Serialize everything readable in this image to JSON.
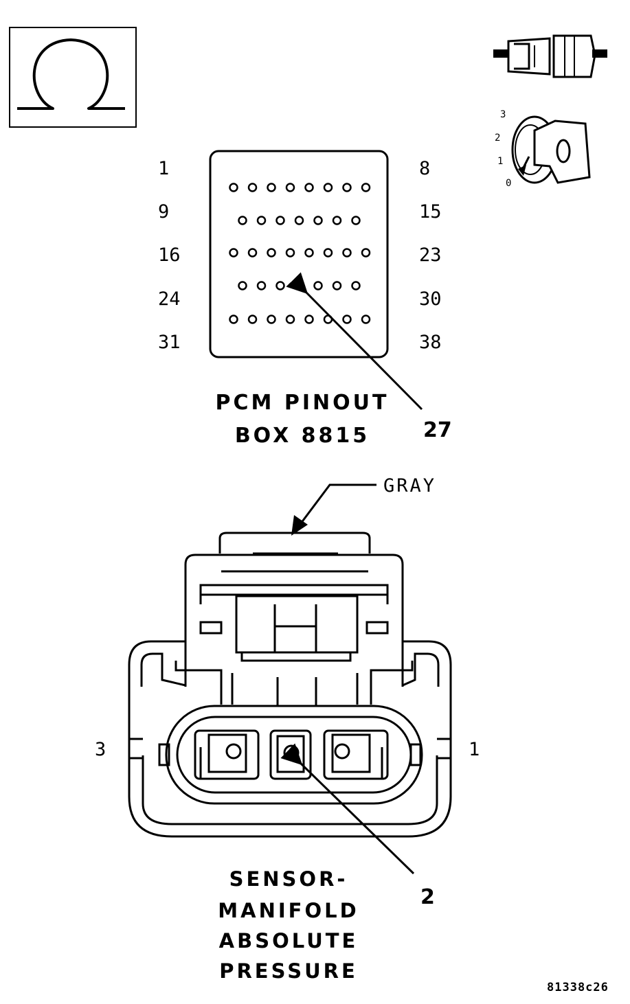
{
  "ohm_icon": {
    "name": "ohmmeter-icon"
  },
  "connector_icon": {
    "name": "connector-icon"
  },
  "ignition_icon": {
    "name": "ignition-key-icon",
    "positions": [
      "3",
      "2",
      "1",
      "0"
    ]
  },
  "pcm": {
    "row_labels_left": [
      "1",
      "9",
      "16",
      "24",
      "31"
    ],
    "row_labels_right": [
      "8",
      "15",
      "23",
      "30",
      "38"
    ],
    "title_line1": "PCM PINOUT",
    "title_line2": "BOX 8815",
    "callout": "27"
  },
  "sensor": {
    "color_label": "GRAY",
    "pin_left": "3",
    "pin_right": "1",
    "callout": "2",
    "title_lines": [
      "SENSOR-",
      "MANIFOLD",
      "ABSOLUTE",
      "PRESSURE"
    ]
  },
  "figure_id": "81338c26"
}
